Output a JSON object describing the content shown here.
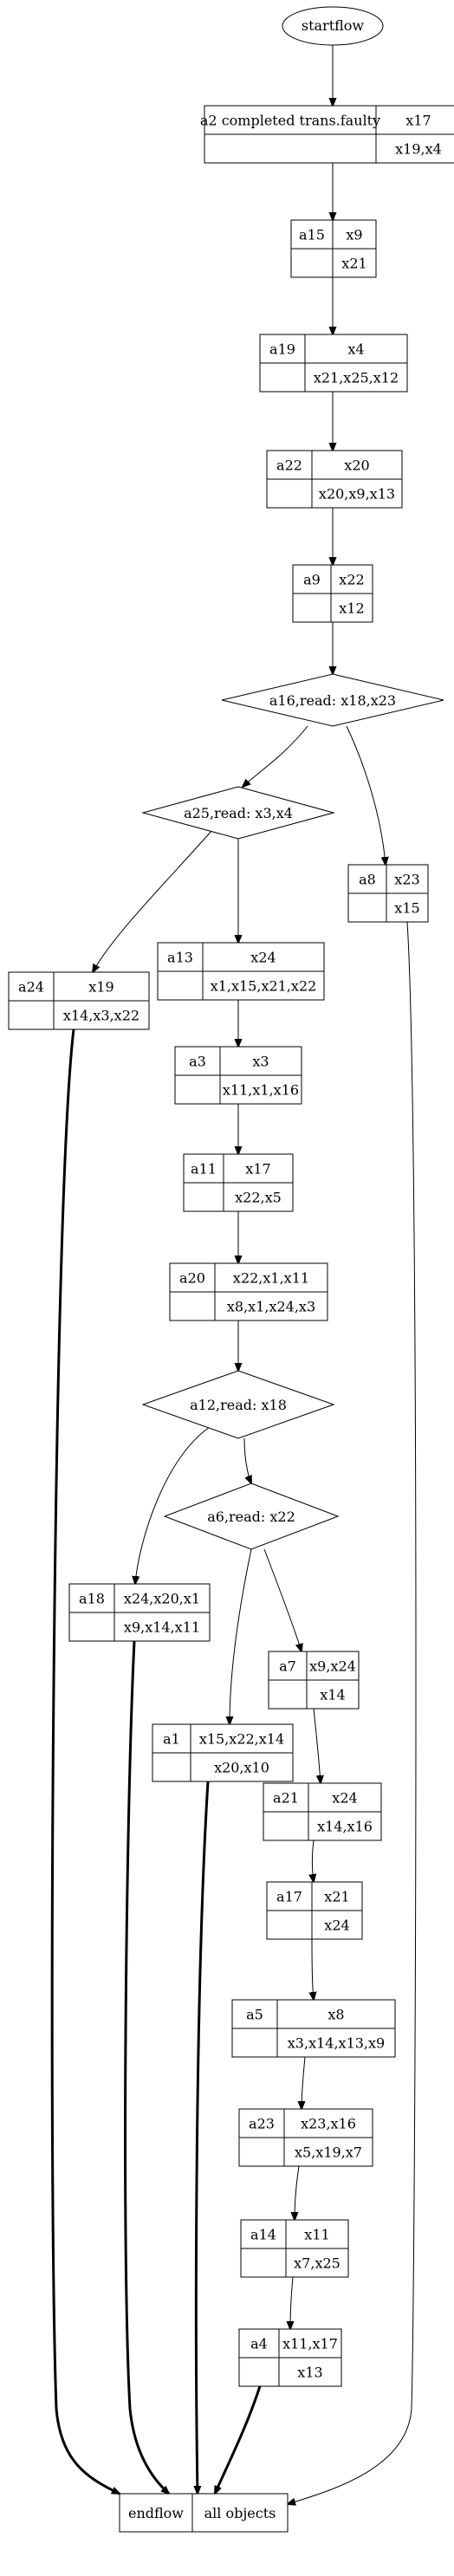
{
  "start": {
    "label": "startflow"
  },
  "end": {
    "left": "endflow",
    "right": "all objects"
  },
  "records": [
    {
      "id": "a2",
      "name": "a2 completed trans.faulty",
      "top": "x17",
      "bottom": "x19,x4"
    },
    {
      "id": "a15",
      "name": "a15",
      "top": "x9",
      "bottom": "x21"
    },
    {
      "id": "a19",
      "name": "a19",
      "top": "x4",
      "bottom": "x21,x25,x12"
    },
    {
      "id": "a22",
      "name": "a22",
      "top": "x20",
      "bottom": "x20,x9,x13"
    },
    {
      "id": "a9",
      "name": "a9",
      "top": "x22",
      "bottom": "x12"
    },
    {
      "id": "a8",
      "name": "a8",
      "top": "x23",
      "bottom": "x15"
    },
    {
      "id": "a13",
      "name": "a13",
      "top": "x24",
      "bottom": "x1,x15,x21,x22"
    },
    {
      "id": "a24",
      "name": "a24",
      "top": "x19",
      "bottom": "x14,x3,x22"
    },
    {
      "id": "a3",
      "name": "a3",
      "top": "x3",
      "bottom": "x11,x1,x16"
    },
    {
      "id": "a11",
      "name": "a11",
      "top": "x17",
      "bottom": "x22,x5"
    },
    {
      "id": "a20",
      "name": "a20",
      "top": "x22,x1,x11",
      "bottom": "x8,x1,x24,x3"
    },
    {
      "id": "a18",
      "name": "a18",
      "top": "x24,x20,x1",
      "bottom": "x9,x14,x11"
    },
    {
      "id": "a7",
      "name": "a7",
      "top": "x9,x24",
      "bottom": "x14"
    },
    {
      "id": "a1",
      "name": "a1",
      "top": "x15,x22,x14",
      "bottom": "x20,x10"
    },
    {
      "id": "a21",
      "name": "a21",
      "top": "x24",
      "bottom": "x14,x16"
    },
    {
      "id": "a17",
      "name": "a17",
      "top": "x21",
      "bottom": "x24"
    },
    {
      "id": "a5",
      "name": "a5",
      "top": "x8",
      "bottom": "x3,x14,x13,x9"
    },
    {
      "id": "a23",
      "name": "a23",
      "top": "x23,x16",
      "bottom": "x5,x19,x7"
    },
    {
      "id": "a14",
      "name": "a14",
      "top": "x11",
      "bottom": "x7,x25"
    },
    {
      "id": "a4",
      "name": "a4",
      "top": "x11,x17",
      "bottom": "x13"
    }
  ],
  "decisions": [
    {
      "id": "a16",
      "label": "a16,read: x18,x23"
    },
    {
      "id": "a25",
      "label": "a25,read: x3,x4"
    },
    {
      "id": "a12",
      "label": "a12,read: x18"
    },
    {
      "id": "a6",
      "label": "a6,read: x22"
    }
  ]
}
